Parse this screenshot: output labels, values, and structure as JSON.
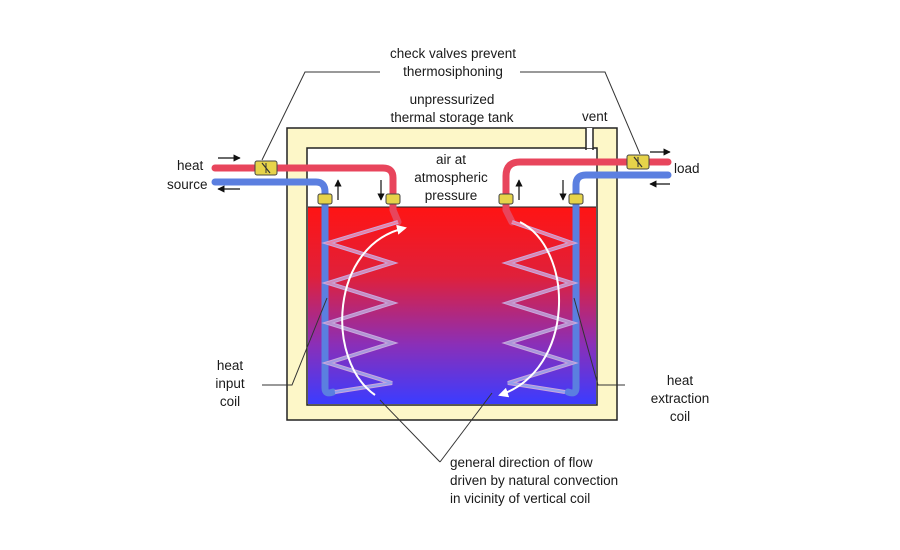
{
  "labels": {
    "check_valves_line1": "check valves prevent",
    "check_valves_line2": "thermosiphoning",
    "tank_line1": "unpressurized",
    "tank_line2": "thermal storage tank",
    "vent": "vent",
    "air_line1": "air at",
    "air_line2": "atmospheric",
    "air_line3": "pressure",
    "heat_source_line1": "heat",
    "heat_source_line2": "source",
    "load": "load",
    "heat_input_line1": "heat",
    "heat_input_line2": "input",
    "heat_input_line3": "coil",
    "heat_extraction_line1": "heat",
    "heat_extraction_line2": "extraction",
    "heat_extraction_line3": "coil",
    "flow_line1": "general direction of flow",
    "flow_line2": "driven by natural convection",
    "flow_line3": "in vicinity of vertical coil"
  },
  "colors": {
    "hot_pipe": "#e8455c",
    "cold_pipe": "#5b7fe0",
    "water_top": "#ff1a1a",
    "water_bottom": "#3a3aff",
    "insulation": "#fdf7c8",
    "valve": "#e6d34a"
  }
}
